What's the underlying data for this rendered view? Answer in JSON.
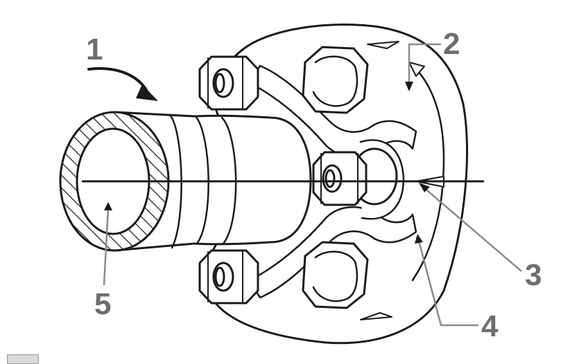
{
  "callouts": [
    "1",
    "2",
    "3",
    "4",
    "5"
  ],
  "colors": {
    "line": "#1a1a1a",
    "callout_text": "#6e6e6e",
    "leader": "#8a8a8a",
    "background": "#ffffff"
  }
}
